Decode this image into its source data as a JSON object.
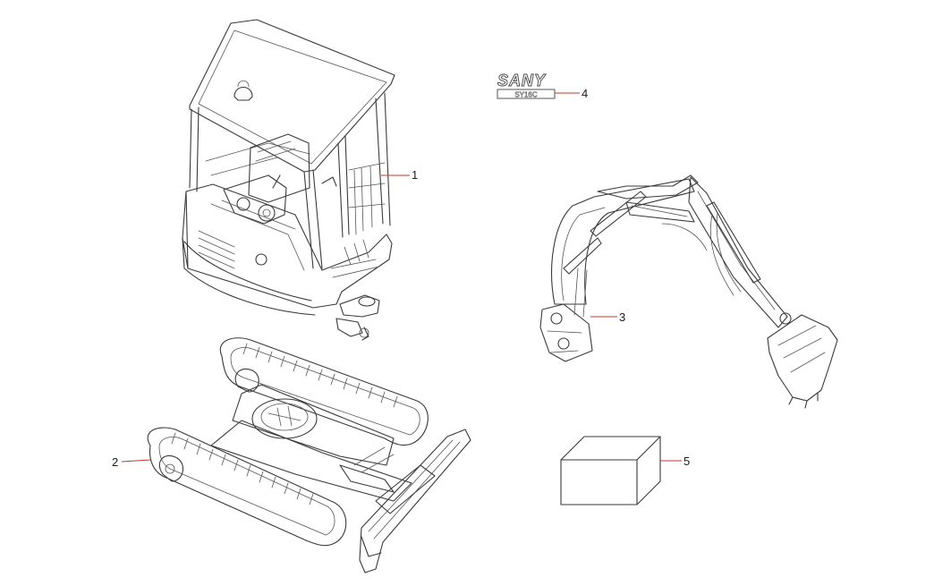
{
  "brand": {
    "logo_text": "SANY",
    "model_text": "SY16C"
  },
  "callouts": {
    "c1": "1",
    "c2": "2",
    "c3": "3",
    "c4": "4",
    "c5": "5"
  },
  "colors": {
    "line": "#3a3a3a",
    "leader": "#c0392b"
  }
}
